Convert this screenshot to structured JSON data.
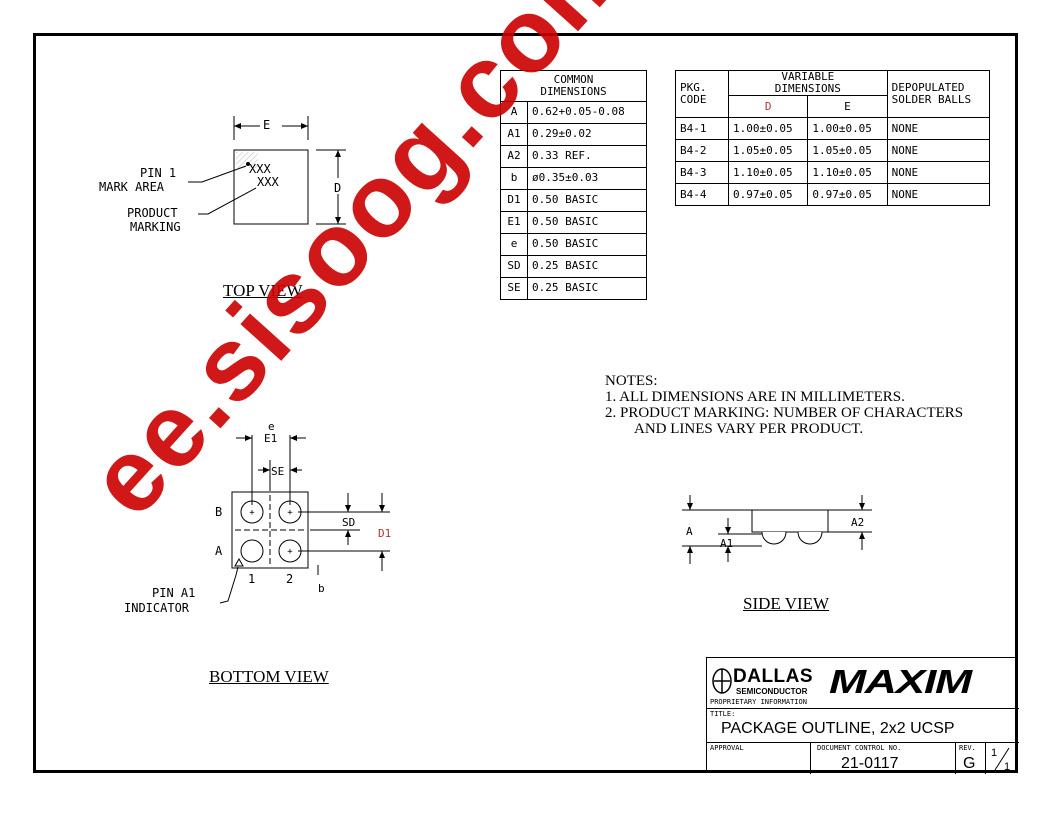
{
  "top_view": {
    "label_e": "E",
    "label_d": "D",
    "pin1_line1": "PIN 1",
    "pin1_line2": "MARK AREA",
    "marking_line1": "PRODUCT",
    "marking_line2": "MARKING",
    "chip_text1": "XXX",
    "chip_text2": "XXX",
    "title": "TOP VIEW"
  },
  "common_dims": {
    "header_line1": "COMMON",
    "header_line2": "DIMENSIONS",
    "rows": [
      {
        "sym": "A",
        "val": "0.62+0.05-0.08"
      },
      {
        "sym": "A1",
        "val": "0.29±0.02"
      },
      {
        "sym": "A2",
        "val": "0.33 REF."
      },
      {
        "sym": "b",
        "val": "ø0.35±0.03"
      },
      {
        "sym": "D1",
        "val": "0.50 BASIC"
      },
      {
        "sym": "E1",
        "val": "0.50 BASIC"
      },
      {
        "sym": "e",
        "val": "0.50 BASIC"
      },
      {
        "sym": "SD",
        "val": "0.25 BASIC"
      },
      {
        "sym": "SE",
        "val": "0.25 BASIC"
      }
    ]
  },
  "variable_dims": {
    "pkg_code_line1": "PKG.",
    "pkg_code_line2": "CODE",
    "variable_line1": "VARIABLE",
    "variable_line2": "DIMENSIONS",
    "depop_line1": "DEPOPULATED",
    "depop_line2": "SOLDER BALLS",
    "col_d": "D",
    "col_e": "E",
    "rows": [
      {
        "code": "B4-1",
        "d": "1.00±0.05",
        "e": "1.00±0.05",
        "depop": "NONE"
      },
      {
        "code": "B4-2",
        "d": "1.05±0.05",
        "e": "1.05±0.05",
        "depop": "NONE"
      },
      {
        "code": "B4-3",
        "d": "1.10±0.05",
        "e": "1.10±0.05",
        "depop": "NONE"
      },
      {
        "code": "B4-4",
        "d": "0.97±0.05",
        "e": "0.97±0.05",
        "depop": "NONE"
      }
    ]
  },
  "notes": {
    "heading": "NOTES:",
    "line1": "1. ALL DIMENSIONS ARE IN MILLIMETERS.",
    "line2": "2. PRODUCT MARKING: NUMBER OF CHARACTERS",
    "line3": "AND LINES VARY PER PRODUCT."
  },
  "bottom_view": {
    "label_e": "e",
    "label_e1": "E1",
    "label_se": "SE",
    "label_sd": "SD",
    "label_d1": "D1",
    "label_b": "b",
    "row_b": "B",
    "row_a": "A",
    "col_1": "1",
    "col_2": "2",
    "pin_a1_line1": "PIN A1",
    "pin_a1_line2": "INDICATOR",
    "title": "BOTTOM VIEW"
  },
  "side_view": {
    "label_a": "A",
    "label_a1": "A1",
    "label_a2": "A2",
    "title": "SIDE VIEW"
  },
  "title_block": {
    "logo_dallas": "DALLAS",
    "logo_semi": "SEMICONDUCTOR",
    "logo_maxim": "MAXIM",
    "proprietary": "PROPRIETARY INFORMATION",
    "title_label": "TITLE:",
    "title": "PACKAGE OUTLINE, 2x2 UCSP",
    "approval_label": "APPROVAL",
    "doc_label": "DOCUMENT CONTROL NO.",
    "doc_no": "21-0117",
    "rev_label": "REV.",
    "rev": "G",
    "sheet_num": "1",
    "sheet_den": "1"
  },
  "watermark": "ee.sisoog.com",
  "colors": {
    "watermark": "#cc0000",
    "ink": "#000000",
    "hatch": "#b8b8b8",
    "red_text": "#b03535"
  }
}
